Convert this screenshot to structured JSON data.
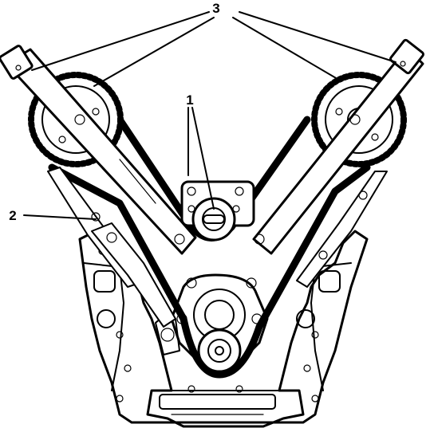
{
  "callouts": {
    "c1": "1",
    "c2": "2",
    "c3": "3"
  },
  "colors": {
    "ink": "#000000",
    "paper": "#ffffff"
  }
}
